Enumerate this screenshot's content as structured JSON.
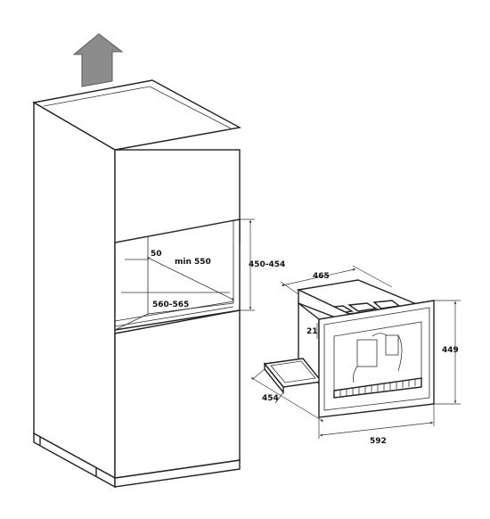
{
  "diagram": {
    "vent_arrow": {
      "icon": "upward-vent-arrow-icon",
      "color": "#8c8c8c"
    },
    "cabinet": {
      "dims": {
        "depth_top": "50",
        "min_height": "min 550",
        "niche_height": "450-454",
        "niche_width": "560-565"
      }
    },
    "appliance": {
      "dims": {
        "depth": "465",
        "offset": "21",
        "height": "449",
        "drawer_depth": "454",
        "width": "592"
      }
    }
  }
}
